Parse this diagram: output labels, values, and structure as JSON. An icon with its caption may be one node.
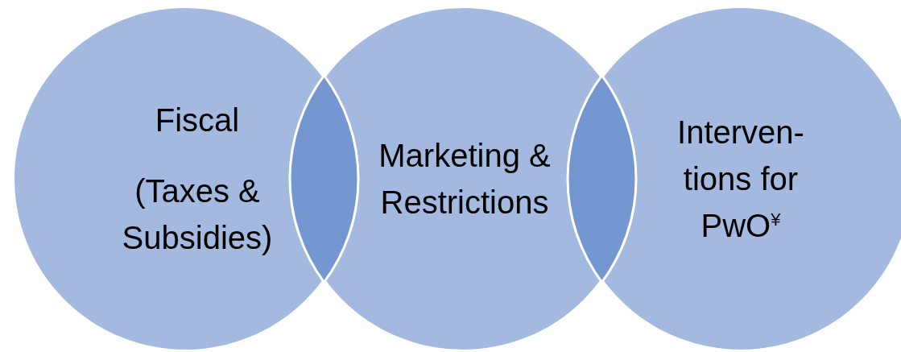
{
  "diagram": {
    "nodes": [
      {
        "text": [
          "Fiscal",
          "(Taxes & Subsidies)"
        ]
      },
      {
        "text": [
          "Marketing & Restrictions"
        ]
      },
      {
        "text": [
          "Interven- tions for PwO$^{¥}$"
        ]
      }
    ]
  }
}
